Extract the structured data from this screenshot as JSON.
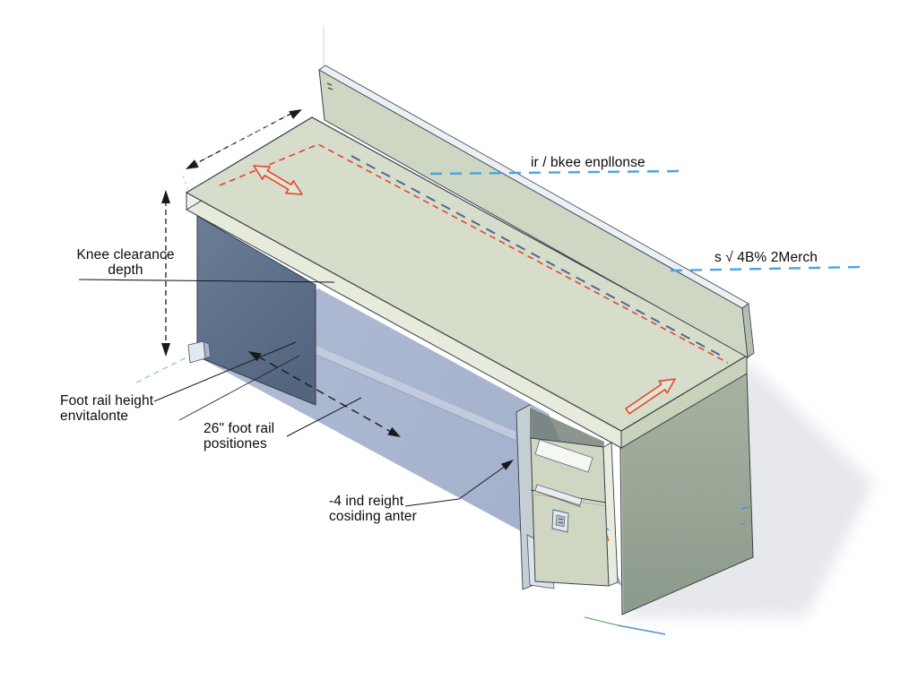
{
  "diagram": {
    "subject": "desk-dimension-diagram",
    "labels": {
      "knee_clearance": {
        "line1": "Knee clearance",
        "line2": "depth"
      },
      "foot_rail_height": {
        "line1": "Foot rail height",
        "line2": "envitalonte"
      },
      "foot_rail_positions": {
        "line1": "26\" foot rail",
        "line2": "positiones"
      },
      "height_note": {
        "line1": "-4 ind reight",
        "line2": "cosiding anter"
      },
      "top_note": {
        "text": "ir / bkee enpllonse"
      },
      "right_note": {
        "text": "s √ 4B% 2Merch"
      }
    },
    "colors": {
      "desk_surface": "#d6decb",
      "desk_edge": "#e6ebdc",
      "back_panel": "#cdd7c3",
      "side_panel_dark": "#5e7189",
      "under_shadow_blue": "#aab6d0",
      "right_panel": "#9dab9b",
      "drawer_front": "#cfd7c2",
      "annotation_red": "#e8432f",
      "annotation_blue": "#4aa3e3",
      "annotation_navy": "#3d5e92",
      "dimension_black": "#1a1a1a"
    }
  }
}
